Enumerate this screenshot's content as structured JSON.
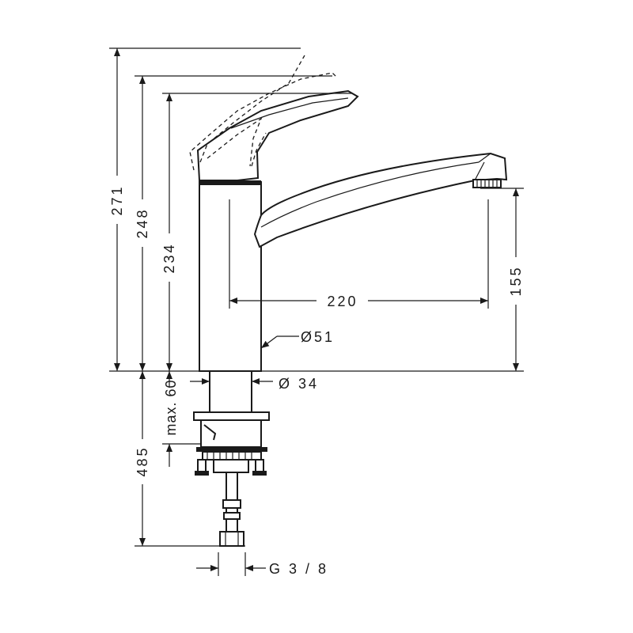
{
  "diagram": {
    "dimensions": {
      "total_height": "271",
      "height_248": "248",
      "height_234": "234",
      "spout_reach": "220",
      "spout_height": "155",
      "body_diameter": "Ø51",
      "shank_diameter": "Ø 34",
      "max_mount": "max. 60",
      "below_counter": "485",
      "thread": "G 3 / 8"
    },
    "colors": {
      "line": "#1a1a1a",
      "background": "#ffffff"
    }
  }
}
